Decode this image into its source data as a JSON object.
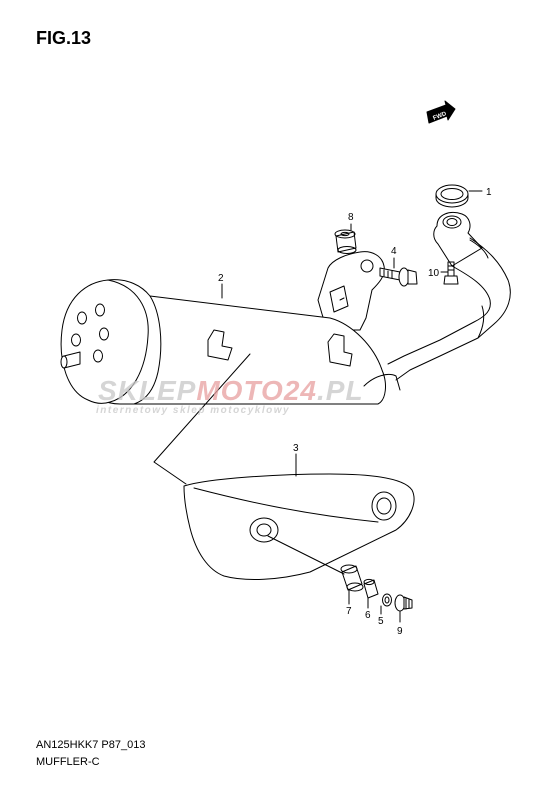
{
  "figure": {
    "title": "FIG.13",
    "code": "AN125HKK7 P87_013",
    "name": "MUFFLER-C"
  },
  "fwd_badge": "FWD",
  "callouts": [
    "1",
    "2",
    "3",
    "4",
    "5",
    "6",
    "7",
    "8",
    "9",
    "10"
  ],
  "watermark": {
    "brand_part1": "SKLEP",
    "brand_part2": "MOTO",
    "brand_part3": "24",
    "brand_part4": ".PL",
    "tagline": "internetowy sklep motocyklowy",
    "colors": {
      "gray": "#c8c8c8",
      "red": "#e8a0a0"
    }
  },
  "colors": {
    "line": "#000000",
    "background": "#ffffff"
  }
}
